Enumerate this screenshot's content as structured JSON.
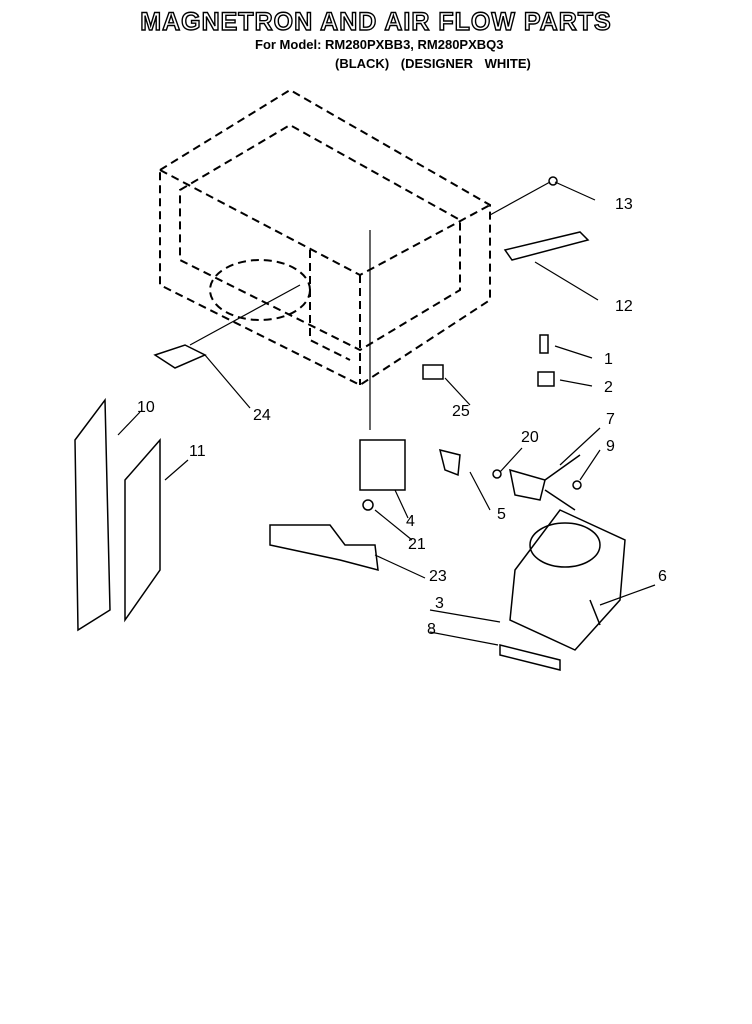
{
  "title": "MAGNETRON AND AIR FLOW PARTS",
  "model_label": "For Model: RM280PXBB3, RM280PXBQ3",
  "color_labels": "(BLACK)    (DESIGNER WHITE)",
  "callouts": [
    "13",
    "12",
    "1",
    "2",
    "7",
    "9",
    "20",
    "25",
    "24",
    "10",
    "11",
    "4",
    "5",
    "21",
    "23",
    "6",
    "3",
    "8"
  ]
}
